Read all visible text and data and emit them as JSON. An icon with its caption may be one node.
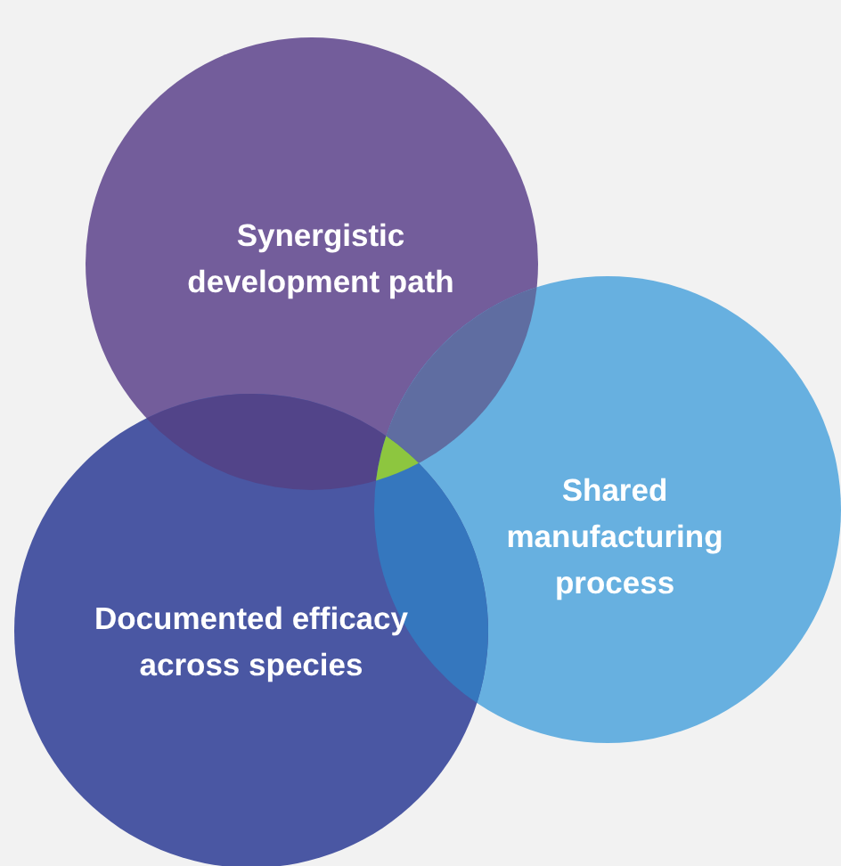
{
  "diagram": {
    "nodes": [
      {
        "text": [
          "Synergistic development path"
        ]
      },
      {
        "text": [
          "Shared manufacturing process"
        ]
      },
      {
        "text": [
          "Documented efficacy across species"
        ]
      }
    ]
  }
}
